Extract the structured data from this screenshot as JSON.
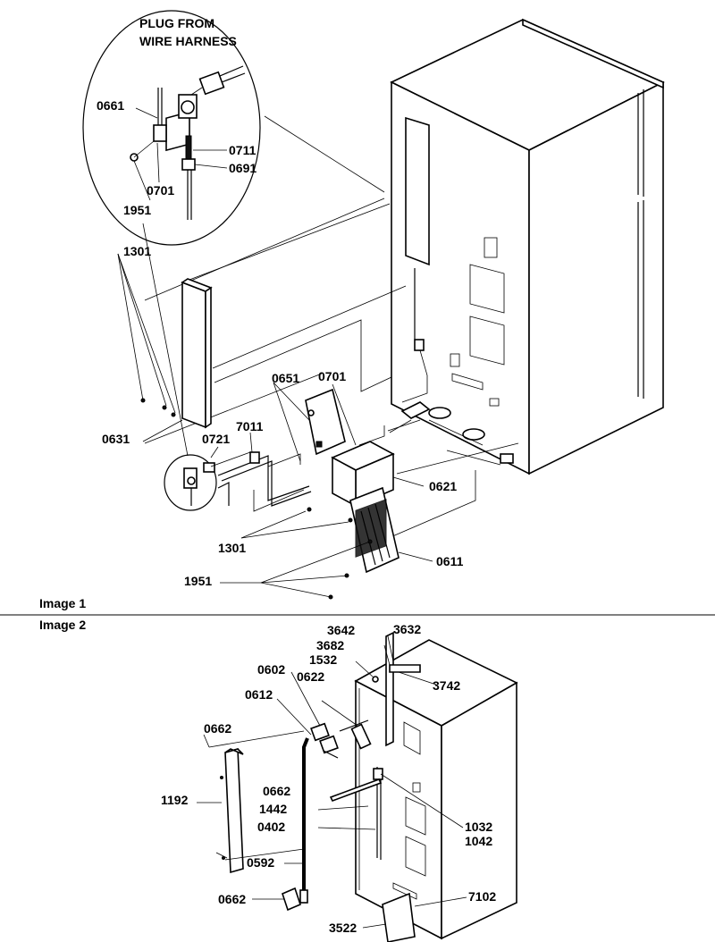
{
  "sections": [
    {
      "label": "Image 1"
    },
    {
      "label": "Image 2"
    }
  ],
  "callout": {
    "title_line1": "PLUG FROM",
    "title_line2": "WIRE HARNESS"
  },
  "image1_labels": {
    "p0661": "0661",
    "p0711": "0711",
    "p0691": "0691",
    "p0701_top": "0701",
    "p1951_top": "1951",
    "p1301_top": "1301",
    "p0651": "0651",
    "p0701_mid": "0701",
    "p0631": "0631",
    "p0721": "0721",
    "p7011": "7011",
    "p0621": "0621",
    "p1301_bot": "1301",
    "p0611": "0611",
    "p1951_bot": "1951"
  },
  "image2_labels": {
    "p3642": "3642",
    "p3632": "3632",
    "p3682": "3682",
    "p1532": "1532",
    "p0602": "0602",
    "p0622": "0622",
    "p3742": "3742",
    "p0612": "0612",
    "p0662_top": "0662",
    "p1192": "1192",
    "p0662_mid": "0662",
    "p1442": "1442",
    "p0402": "0402",
    "p1032": "1032",
    "p1042": "1042",
    "p0592": "0592",
    "p0662_bot": "0662",
    "p7102": "7102",
    "p3522": "3522"
  }
}
